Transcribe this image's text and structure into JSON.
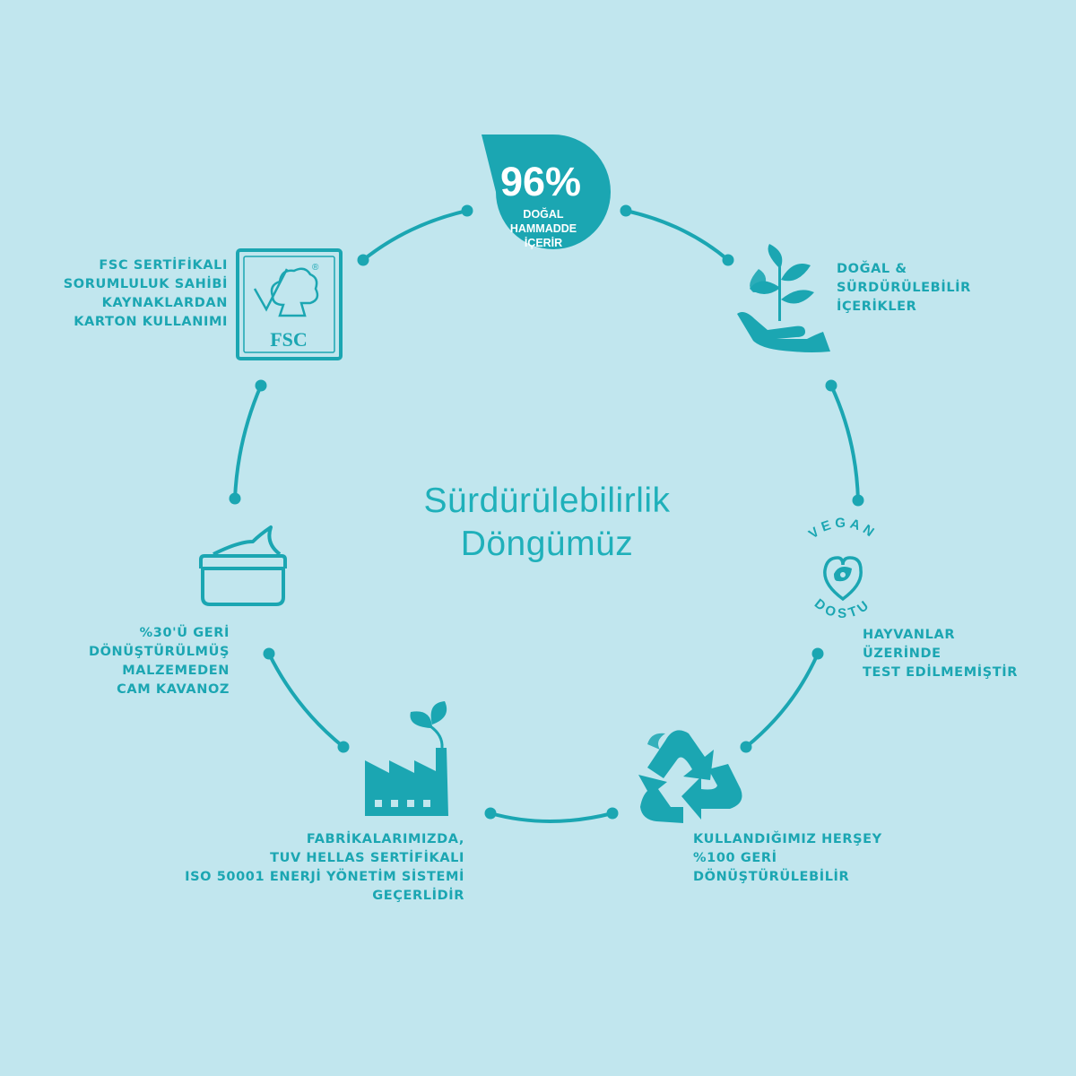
{
  "theme": {
    "background": "#c1e6ee",
    "accent": "#1ba6b2",
    "accent_dark": "#1596a2"
  },
  "center_title": {
    "line1": "Sürdürülebilirlik",
    "line2": "Döngümüz"
  },
  "badge": {
    "percent": "96%",
    "line1": "DOĞAL",
    "line2": "HAMMADDE",
    "line3": "İÇERİR"
  },
  "fsc": {
    "logo_text": "FSC",
    "registered_mark": "®",
    "icon": "fsc-tree-logo",
    "label": [
      "FSC SERTİFİKALI",
      "SORUMLULUK SAHİBİ",
      "KAYNAKLARDAN",
      "KARTON KULLANIMI"
    ]
  },
  "natural": {
    "icon": "plant-in-hand-icon",
    "label": [
      "DOĞAL &",
      "SÜRDÜRÜLEBİLİR",
      "İÇERİKLER"
    ]
  },
  "vegan": {
    "icon": "vegan-heart-icon",
    "arc_top": "VEGAN",
    "arc_bottom": "DOSTU",
    "label": [
      "HAYVANLAR",
      "ÜZERİNDE",
      "TEST EDİLMEMİŞTİR"
    ]
  },
  "recycle": {
    "icon": "recycle-icon",
    "label": [
      "KULLANDIĞIMIZ HERŞEY",
      "%100 GERİ",
      "DÖNÜŞTÜRÜLEBİLİR"
    ]
  },
  "factory": {
    "icon": "factory-leaf-icon",
    "label": [
      "FABRİKALARIMIZDA,",
      "TUV HELLAS SERTİFİKALI",
      "ISO 50001 ENERJİ YÖNETİM SİSTEMİ",
      "GEÇERLİDİR"
    ]
  },
  "jar": {
    "icon": "glass-jar-icon",
    "label": [
      "%30'Ü GERİ",
      "DÖNÜŞTÜRÜLMÜŞ",
      "MALZEMEDEN",
      "CAM KAVANOZ"
    ]
  }
}
